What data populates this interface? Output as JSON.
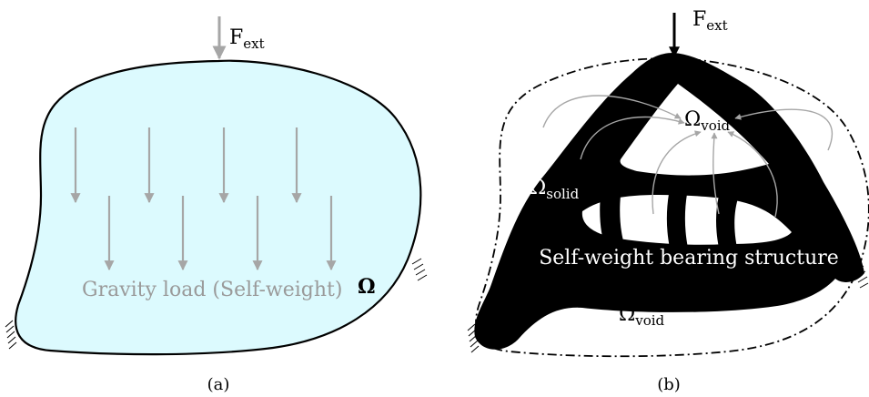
{
  "panel_a": {
    "force_symbol": "F",
    "force_subscript": "ext",
    "gravity_label": "Gravity load (Self-weight)",
    "domain_symbol": "Ω",
    "caption": "(a)",
    "colors": {
      "fill": "#dcfafe",
      "outline": "#000000",
      "arrows": "#a6a6a6"
    }
  },
  "panel_b": {
    "force_symbol": "F",
    "force_subscript": "ext",
    "void_top_symbol": "Ω",
    "void_top_subscript": "void",
    "solid_symbol": "Ω",
    "solid_subscript": "solid",
    "structure_label": "Self-weight bearing structure",
    "void_bottom_symbol": "Ω",
    "void_bottom_subscript": "void",
    "caption": "(b)",
    "colors": {
      "structure": "#000000",
      "arrows": "#a6a6a6",
      "boundary": "#000000"
    }
  }
}
